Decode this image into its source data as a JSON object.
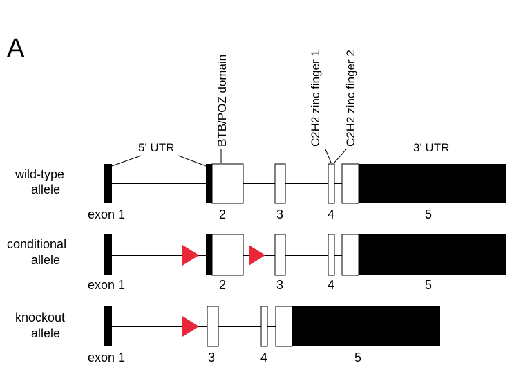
{
  "panel_label": "A",
  "annotations": {
    "utr5": "5' UTR",
    "btb_poz": "BTB/POZ domain",
    "zinc_finger_1": "C2H2 zinc finger 1",
    "zinc_finger_2": "C2H2 zinc finger 2",
    "utr3": "3' UTR"
  },
  "alleles": [
    {
      "name": "wild-type",
      "label_line1": "wild-type",
      "label_line2": "allele",
      "exon_labels": [
        "exon 1",
        "2",
        "3",
        "4",
        "5"
      ]
    },
    {
      "name": "conditional",
      "label_line1": "conditional",
      "label_line2": "allele",
      "exon_labels": [
        "exon 1",
        "2",
        "3",
        "4",
        "5"
      ]
    },
    {
      "name": "knockout",
      "label_line1": "knockout",
      "label_line2": "allele",
      "exon_labels": [
        "exon 1",
        "3",
        "4",
        "5"
      ]
    }
  ],
  "colors": {
    "loxp_site": "#e8283a",
    "coding": "#ffffff",
    "utr": "#000000",
    "line": "#000000"
  }
}
